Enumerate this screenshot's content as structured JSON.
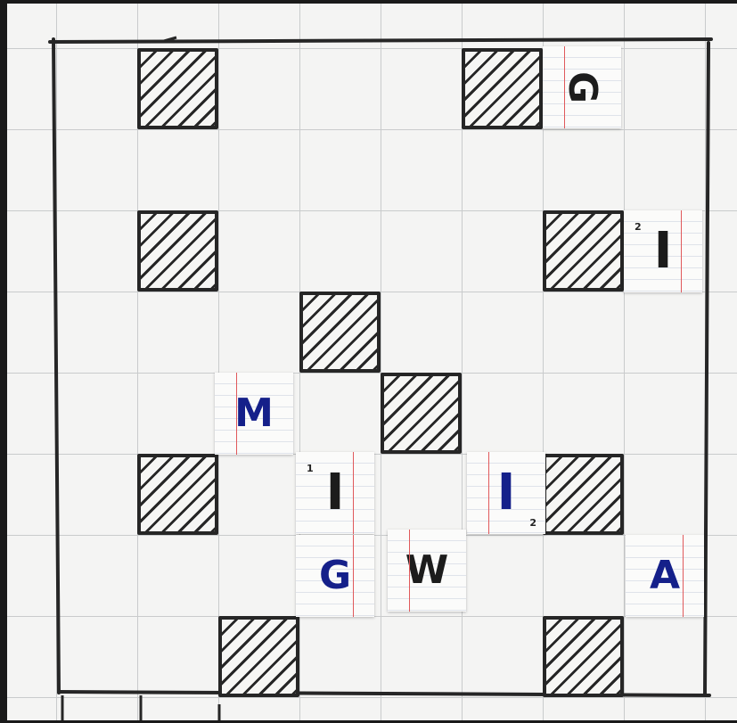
{
  "board": {
    "paper_color": "#f4f4f3",
    "grid_color": "#c9cbcc",
    "ink_color": "#262626",
    "blocked_squares": [
      {
        "col": 1,
        "row": 0
      },
      {
        "col": 5,
        "row": 0
      },
      {
        "col": 1,
        "row": 2
      },
      {
        "col": 6,
        "row": 2
      },
      {
        "col": 3,
        "row": 3
      },
      {
        "col": 4,
        "row": 4
      },
      {
        "col": 1,
        "row": 5
      },
      {
        "col": 6,
        "row": 5
      },
      {
        "col": 2,
        "row": 7
      },
      {
        "col": 6,
        "row": 7
      }
    ]
  },
  "tiles": [
    {
      "letter": "G",
      "ink": "black",
      "rotated": true,
      "subscript": "",
      "col": 6,
      "row": 0
    },
    {
      "letter": "I",
      "ink": "black",
      "rotated": false,
      "subscript": "2",
      "col": 7,
      "row": 2
    },
    {
      "letter": "M",
      "ink": "blue",
      "rotated": false,
      "subscript": "",
      "col": 2,
      "row": 4
    },
    {
      "letter": "I",
      "ink": "black",
      "rotated": false,
      "subscript": "1",
      "col": 3,
      "row": 5
    },
    {
      "letter": "I",
      "ink": "blue",
      "rotated": false,
      "subscript": "2",
      "col": 5,
      "row": 5
    },
    {
      "letter": "G",
      "ink": "blue",
      "rotated": false,
      "subscript": "",
      "col": 3,
      "row": 6
    },
    {
      "letter": "W",
      "ink": "black",
      "rotated": false,
      "subscript": "",
      "col": 4,
      "row": 6
    },
    {
      "letter": "A",
      "ink": "blue",
      "rotated": false,
      "subscript": "",
      "col": 7,
      "row": 6
    }
  ]
}
